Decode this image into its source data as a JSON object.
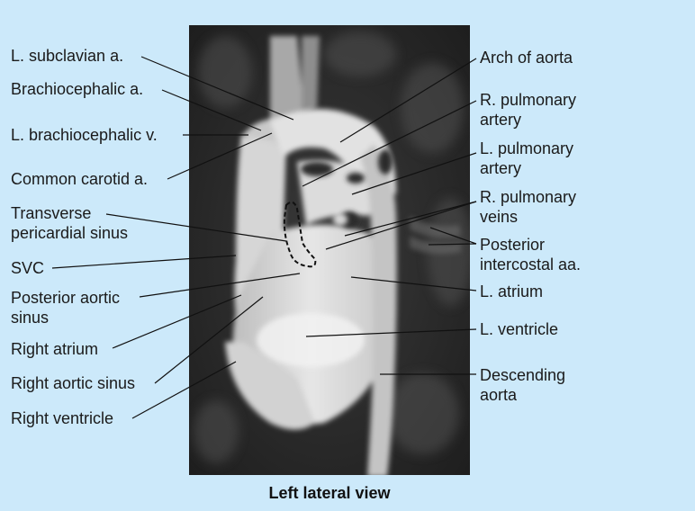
{
  "caption": "Left lateral view",
  "left_labels": [
    {
      "id": "l-subclavian",
      "text": "L. subclavian a."
    },
    {
      "id": "brachiocephalic-a",
      "text": "Brachiocephalic a."
    },
    {
      "id": "l-brachiocephalic-v",
      "text": "L. brachiocephalic v."
    },
    {
      "id": "common-carotid",
      "text": "Common carotid a."
    },
    {
      "id": "transverse-sinus",
      "text": "Transverse\npericardial sinus"
    },
    {
      "id": "svc",
      "text": "SVC"
    },
    {
      "id": "posterior-aortic-sinus",
      "text": "Posterior aortic\nsinus"
    },
    {
      "id": "right-atrium",
      "text": "Right atrium"
    },
    {
      "id": "right-aortic-sinus",
      "text": "Right aortic sinus"
    },
    {
      "id": "right-ventricle",
      "text": "Right ventricle"
    }
  ],
  "right_labels": [
    {
      "id": "arch-of-aorta",
      "text": "Arch of aorta"
    },
    {
      "id": "r-pulmonary-artery",
      "text": "R. pulmonary\nartery"
    },
    {
      "id": "l-pulmonary-artery",
      "text": "L. pulmonary\nartery"
    },
    {
      "id": "r-pulmonary-veins",
      "text": "R. pulmonary\nveins"
    },
    {
      "id": "posterior-intercostal",
      "text": "Posterior\nintercostal aa."
    },
    {
      "id": "l-atrium",
      "text": "L. atrium"
    },
    {
      "id": "l-ventricle",
      "text": "L. ventricle"
    },
    {
      "id": "descending-aorta",
      "text": "Descending\naorta"
    }
  ]
}
